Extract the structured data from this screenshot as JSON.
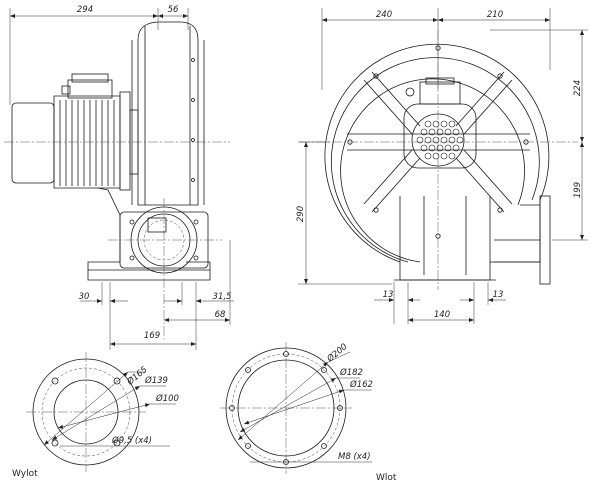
{
  "side_view": {
    "dim_total_width": "294",
    "dim_housing_width": "56",
    "dim_foot_offset": "30",
    "dim_base_gap": "31,5",
    "dim_flange_offset": "68",
    "dim_base_length": "169"
  },
  "front_view": {
    "dim_left_half": "240",
    "dim_right_half": "210",
    "dim_top_height": "224",
    "dim_outlet_height": "199",
    "dim_total_height": "290",
    "dim_foot_left": "13",
    "dim_foot_right": "13",
    "dim_foot_span": "140"
  },
  "outlet_flange": {
    "caption": "Wylot",
    "d_outer": "Ø165",
    "d_bolt_circle": "Ø139",
    "d_inner": "Ø100",
    "d_holes": "Ø9,5 (x4)"
  },
  "inlet_flange": {
    "caption": "Wlot",
    "d_outer": "Ø200",
    "d_bolt_circle": "Ø182",
    "d_inner": "Ø162",
    "d_holes": "M8 (x4)"
  }
}
